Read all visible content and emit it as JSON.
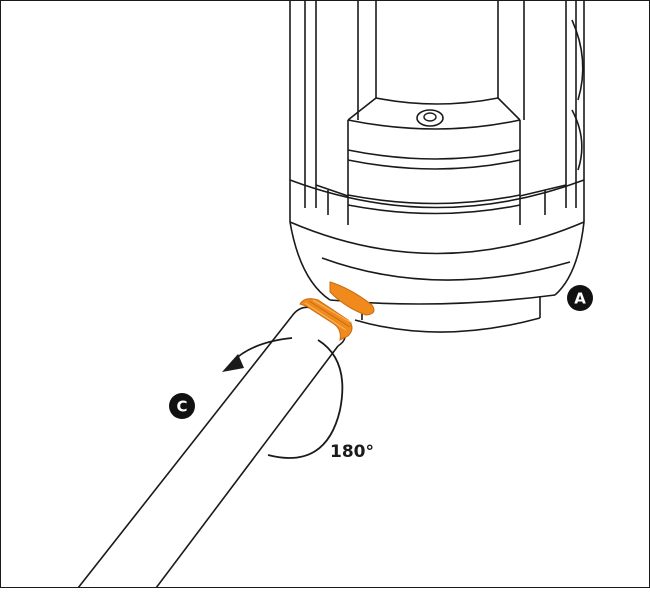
{
  "labels": {
    "callout_a": "A",
    "callout_c": "C",
    "rotation": "180°"
  },
  "colors": {
    "line": "#1a1a1a",
    "accent_orange": "#f08a1c",
    "accent_orange_light": "#f7b35a",
    "callout_fill": "#111111",
    "callout_text": "#ffffff",
    "background": "#ffffff"
  },
  "icons": {
    "rotation_arrow": "rotation-arrow-icon",
    "set_screw": "hex-socket-screw-icon"
  }
}
